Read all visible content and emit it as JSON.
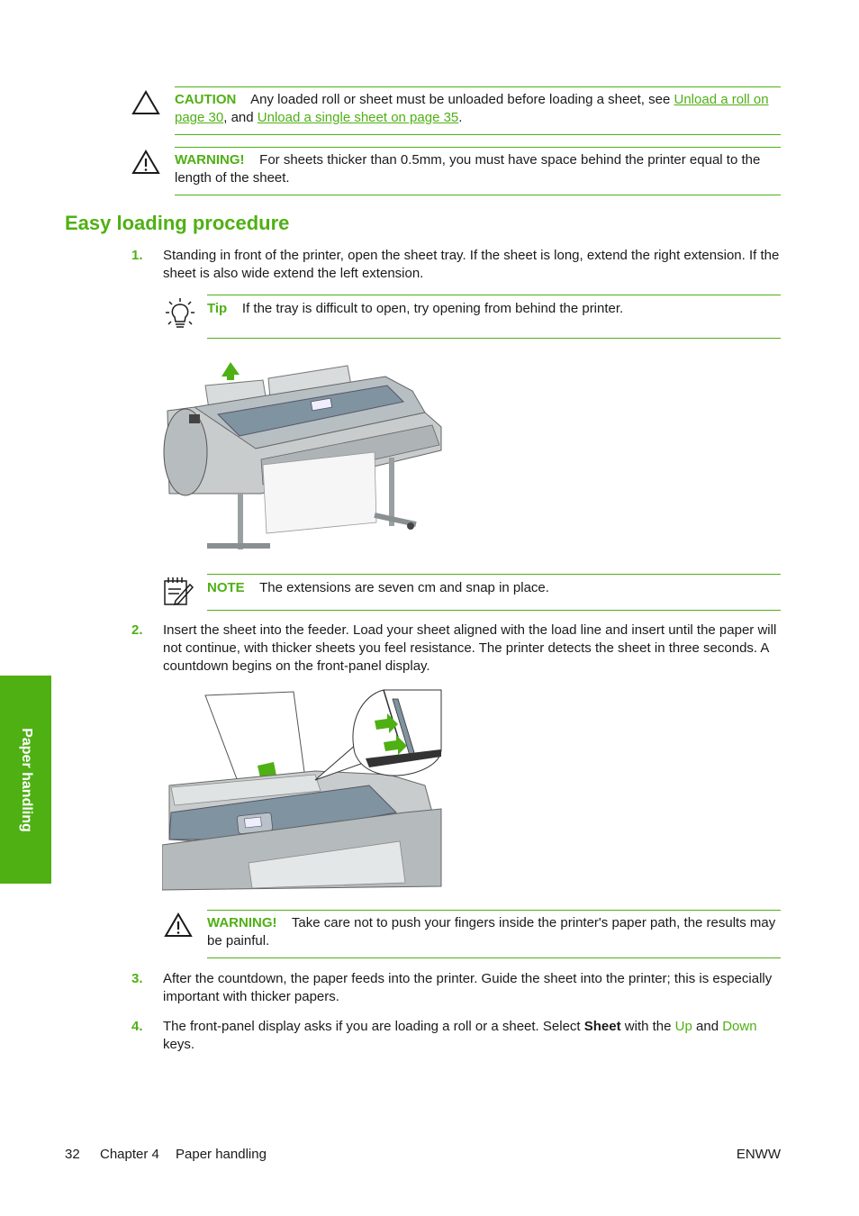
{
  "caution": {
    "label": "CAUTION",
    "text_before": "Any loaded roll or sheet must be unloaded before loading a sheet, see ",
    "link1": "Unload a roll on page 30",
    "text_mid": ", and ",
    "link2": "Unload a single sheet on page 35",
    "text_after": "."
  },
  "warning1": {
    "label": "WARNING!",
    "text": "For sheets thicker than 0.5mm, you must have space behind the printer equal to the length of the sheet."
  },
  "section_title": "Easy loading procedure",
  "steps": [
    {
      "num": "1.",
      "text": "Standing in front of the printer, open the sheet tray. If the sheet is long, extend the right extension. If the sheet is also wide extend the left extension."
    },
    {
      "num": "2.",
      "text": "Insert the sheet into the feeder. Load your sheet aligned with the load line and insert until the paper will not continue, with thicker sheets you feel resistance. The printer detects the sheet in three seconds. A countdown begins on the front-panel display."
    },
    {
      "num": "3.",
      "text": "After the countdown, the paper feeds into the printer. Guide the sheet into the printer; this is especially important with thicker papers."
    },
    {
      "num": "4.",
      "text_a": "The front-panel display asks if you are loading a roll or a sheet. Select ",
      "bold": "Sheet",
      "text_b": " with the ",
      "key1": "Up",
      "text_c": " and ",
      "key2": "Down",
      "text_d": " keys."
    }
  ],
  "tip": {
    "label": "Tip",
    "text": "If the tray is difficult to open, try opening from behind the printer."
  },
  "note": {
    "label": "NOTE",
    "text": "The extensions are seven cm and snap in place."
  },
  "warning2": {
    "label": "WARNING!",
    "text": "Take care not to push your fingers inside the printer's paper path, the results may be painful."
  },
  "side_tab": "Paper handling",
  "footer": {
    "page": "32",
    "chapter": "Chapter 4",
    "chapter_title": "Paper handling",
    "right": "ENWW"
  },
  "colors": {
    "accent": "#4fb014",
    "text": "#1a1a1a"
  },
  "icons": [
    "caution-icon",
    "warning-icon",
    "tip-lightbulb-icon",
    "note-icon"
  ]
}
